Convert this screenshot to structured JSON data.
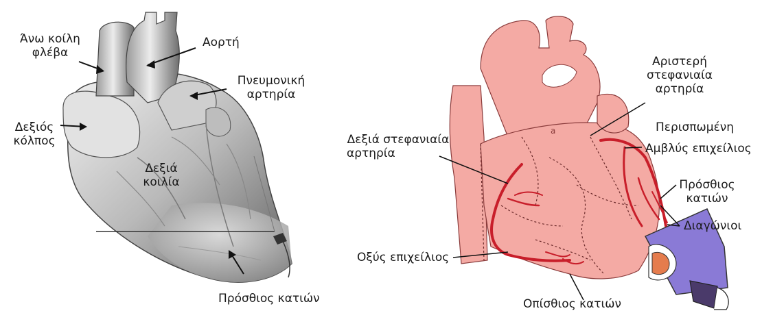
{
  "left_panel": {
    "labels": {
      "svc_line1": "Άνω κοίλη",
      "svc_line2": "φλέβα",
      "aorta": "Αορτή",
      "pulmonary_line1": "Πνευμονική",
      "pulmonary_line2": "αρτηρία",
      "right_atrium_line1": "Δεξιός",
      "right_atrium_line2": "κόλπος",
      "right_ventricle_line1": "Δεξιά",
      "right_ventricle_line2": "κοιλία",
      "anterior_descending": "Πρόσθιος κατιών"
    }
  },
  "right_panel": {
    "labels": {
      "left_coronary_line1": "Αριστερή",
      "left_coronary_line2": "στεφανιαία",
      "left_coronary_line3": "αρτηρία",
      "circumflex": "Περισπωμένη",
      "obtuse_marginal": "Αμβλύς επιχείλιος",
      "lad_line1": "Πρόσθιος",
      "lad_line2": "κατιών",
      "diagonals": "Διαγώνιοι",
      "right_coronary_line1": "Δεξιά στεφανιαία",
      "right_coronary_line2": "αρτηρία",
      "acute_marginal": "Οξύς επιχείλιος",
      "posterior_descending": "Οπίσθιος κατιών"
    }
  },
  "colors": {
    "heart_pink": "#f4aaa4",
    "heart_outline": "#8a3b3b",
    "artery_red": "#c81e2a",
    "grey_dark": "#6b6b6b",
    "grey_light": "#d8d8d8",
    "device_purple": "#8a7ad6"
  }
}
